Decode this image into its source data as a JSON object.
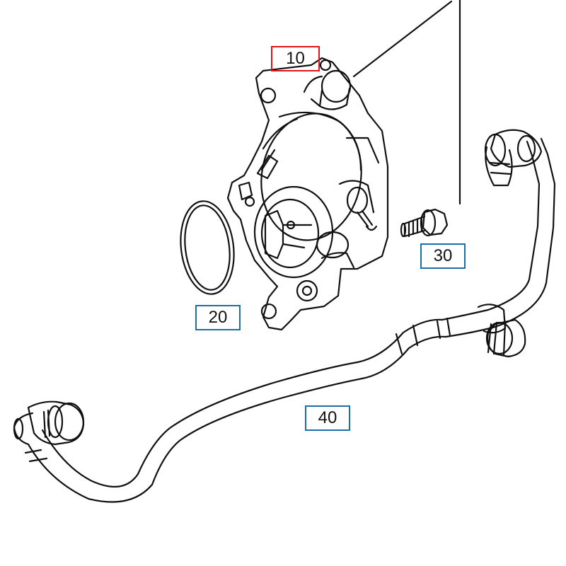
{
  "colors": {
    "highlight_border": "#e0141b",
    "callout_border": "#1b6fa6",
    "line_art": "#111111",
    "background": "#ffffff"
  },
  "callouts": [
    {
      "id": "10",
      "label": "10",
      "highlighted": true
    },
    {
      "id": "20",
      "label": "20",
      "highlighted": false
    },
    {
      "id": "30",
      "label": "30",
      "highlighted": false
    },
    {
      "id": "40",
      "label": "40",
      "highlighted": false
    }
  ]
}
